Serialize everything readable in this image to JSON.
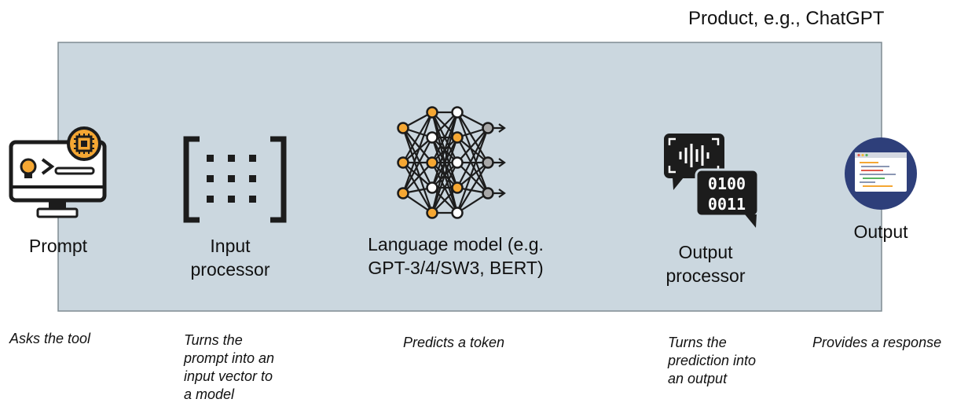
{
  "product": {
    "title": "Product, e.g., ChatGPT",
    "box_fill": "#cbd7df",
    "box_stroke": "#7f8b92"
  },
  "stages": [
    {
      "id": "prompt",
      "label_lines": [
        "Prompt"
      ],
      "description_lines": [
        "Asks the tool"
      ],
      "icon": "computer-monitor-with-chip-icon"
    },
    {
      "id": "input-processor",
      "label_lines": [
        "Input",
        "processor"
      ],
      "description_lines": [
        "Turns the",
        "prompt into an",
        "input vector to",
        "a model"
      ],
      "icon": "matrix-brackets-icon"
    },
    {
      "id": "language-model",
      "label_lines": [
        "Language model (e.g.",
        "GPT-3/4/SW3, BERT)"
      ],
      "description_lines": [
        "Predicts a token"
      ],
      "icon": "neural-network-icon"
    },
    {
      "id": "output-processor",
      "label_lines": [
        "Output",
        "processor"
      ],
      "description_lines": [
        "Turns the",
        "prediction into",
        "an output"
      ],
      "icon": "speech-to-binary-icon"
    },
    {
      "id": "output",
      "label_lines": [
        "Output"
      ],
      "description_lines": [
        "Provides a response"
      ],
      "icon": "code-window-circle-icon"
    }
  ],
  "colors": {
    "accent_orange": "#f5a733",
    "icon_dark": "#1c1c1c",
    "node_gray": "#a8a8a8",
    "output_circle": "#2e3f7a"
  }
}
